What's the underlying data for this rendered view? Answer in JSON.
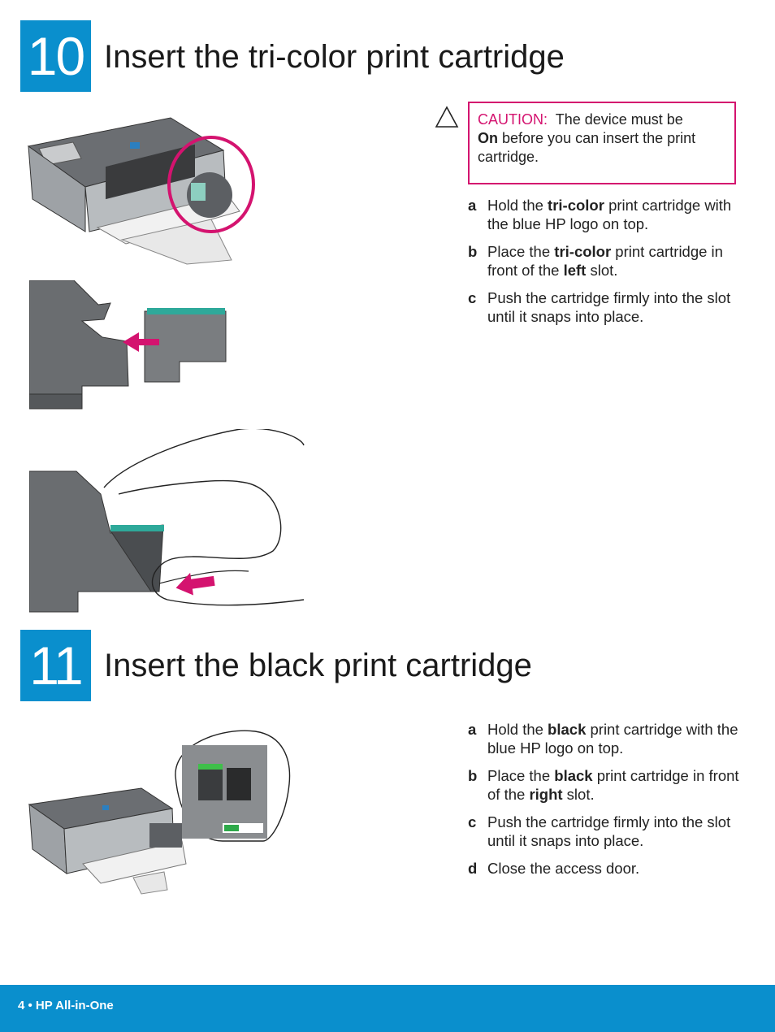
{
  "step10": {
    "number": "10",
    "title": "Insert the tri-color print cartridge",
    "caution": {
      "label": "CAUTION:",
      "text_a": "The device must be",
      "bold_word": "On",
      "text_b": "before you can insert the print cartridge."
    },
    "items": [
      {
        "letter": "a",
        "pre": "Hold the ",
        "bold": "tri-color",
        "post": " print cartridge with the blue HP logo on top."
      },
      {
        "letter": "b",
        "pre": "Place the ",
        "bold": "tri-color",
        "mid": " print cartridge in front of the ",
        "bold2": "left",
        "post": " slot."
      },
      {
        "letter": "c",
        "text": "Push the cartridge firmly into the slot until it snaps into place."
      }
    ]
  },
  "step11": {
    "number": "11",
    "title": "Insert the black print cartridge",
    "items": [
      {
        "letter": "a",
        "pre": "Hold the ",
        "bold": "black",
        "post": " print cartridge with the blue HP logo on top."
      },
      {
        "letter": "b",
        "pre": "Place the ",
        "bold": "black",
        "mid": " print cartridge in front of the ",
        "bold2": "right",
        "post": " slot."
      },
      {
        "letter": "c",
        "text": "Push the cartridge firmly into the slot until it snaps into place."
      },
      {
        "letter": "d",
        "text": "Close the access door."
      }
    ]
  },
  "footer": {
    "text": "4 • HP All-in-One"
  },
  "colors": {
    "accent_blue": "#0a8fcd",
    "caution_magenta": "#d4136f"
  }
}
